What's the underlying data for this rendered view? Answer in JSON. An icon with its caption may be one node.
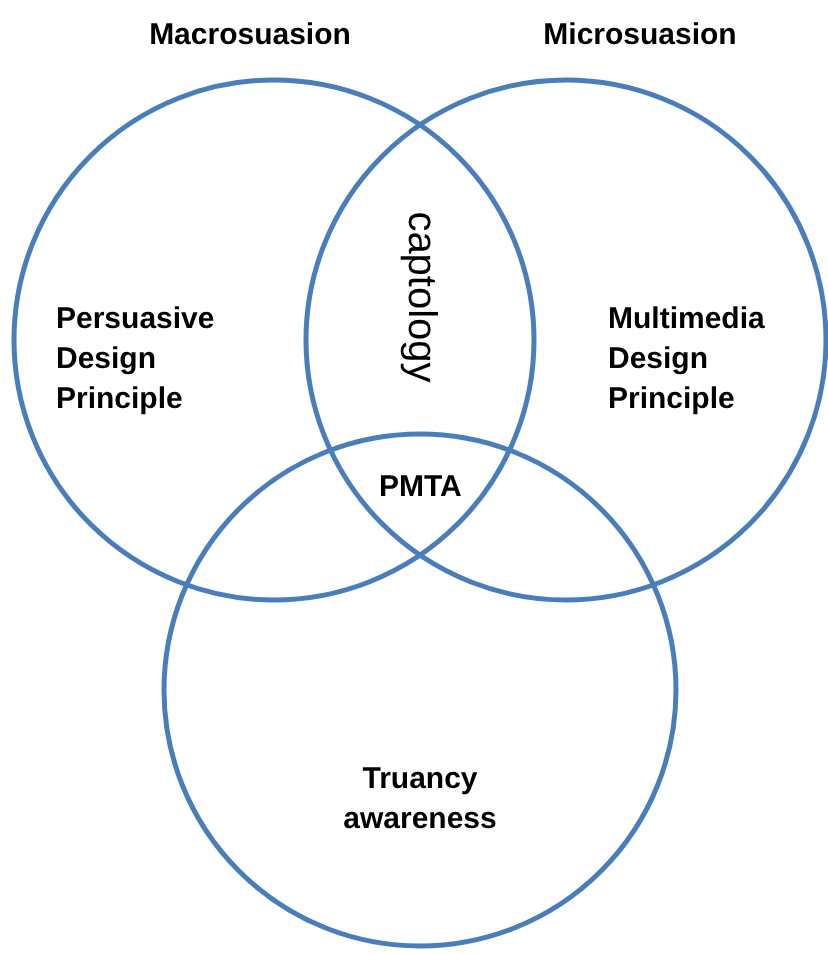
{
  "diagram": {
    "nodes": [
      {
        "text": [
          "Macrosuasion",
          "Persuasive Design Principle"
        ]
      },
      {
        "text": [
          "Microsuasion",
          "Multimedia Design Principle"
        ]
      },
      {
        "text": [
          "Truancy awareness"
        ]
      }
    ],
    "labels": [
      "captology",
      "PMTA"
    ]
  }
}
